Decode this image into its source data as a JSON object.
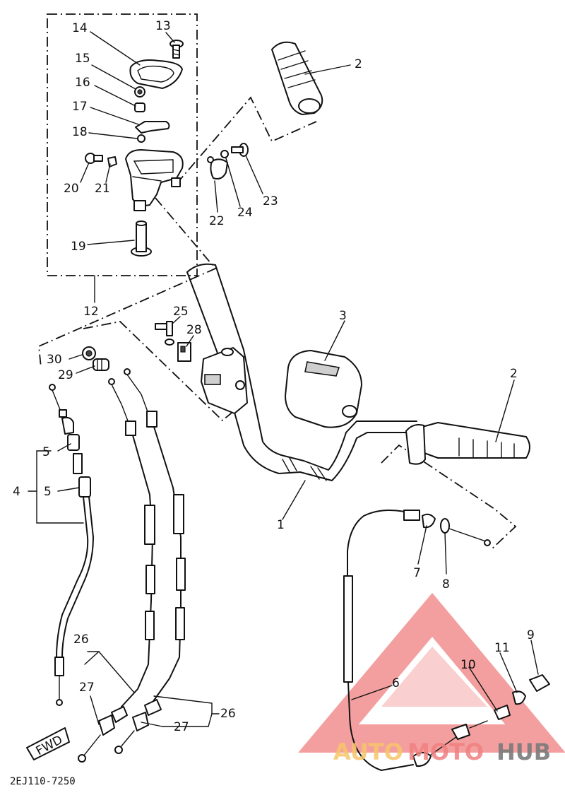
{
  "diagram": {
    "part_labels": [
      {
        "id": "1",
        "text": "1"
      },
      {
        "id": "2a",
        "text": "2"
      },
      {
        "id": "2b",
        "text": "2"
      },
      {
        "id": "3",
        "text": "3"
      },
      {
        "id": "4",
        "text": "4"
      },
      {
        "id": "5a",
        "text": "5"
      },
      {
        "id": "5b",
        "text": "5"
      },
      {
        "id": "6",
        "text": "6"
      },
      {
        "id": "7",
        "text": "7"
      },
      {
        "id": "8",
        "text": "8"
      },
      {
        "id": "9",
        "text": "9"
      },
      {
        "id": "10",
        "text": "10"
      },
      {
        "id": "11",
        "text": "11"
      },
      {
        "id": "12",
        "text": "12"
      },
      {
        "id": "13",
        "text": "13"
      },
      {
        "id": "14",
        "text": "14"
      },
      {
        "id": "15",
        "text": "15"
      },
      {
        "id": "16",
        "text": "16"
      },
      {
        "id": "17",
        "text": "17"
      },
      {
        "id": "18",
        "text": "18"
      },
      {
        "id": "19",
        "text": "19"
      },
      {
        "id": "20",
        "text": "20"
      },
      {
        "id": "21",
        "text": "21"
      },
      {
        "id": "22",
        "text": "22"
      },
      {
        "id": "23",
        "text": "23"
      },
      {
        "id": "24",
        "text": "24"
      },
      {
        "id": "25",
        "text": "25"
      },
      {
        "id": "26a",
        "text": "26"
      },
      {
        "id": "26b",
        "text": "26"
      },
      {
        "id": "27a",
        "text": "27"
      },
      {
        "id": "27b",
        "text": "27"
      },
      {
        "id": "28",
        "text": "28"
      },
      {
        "id": "29",
        "text": "29"
      },
      {
        "id": "30",
        "text": "30"
      }
    ],
    "fwd_label": "FWD",
    "drawing_code": "2EJ110-7250",
    "watermark": {
      "part1": "AUTO",
      "part2": "MOTO",
      "part3": "HUB"
    },
    "colors": {
      "ink": "#111111",
      "watermark_red": "#f07f7f",
      "watermark_orange": "#f6c46a",
      "watermark_gray": "#7a7a7a"
    }
  }
}
